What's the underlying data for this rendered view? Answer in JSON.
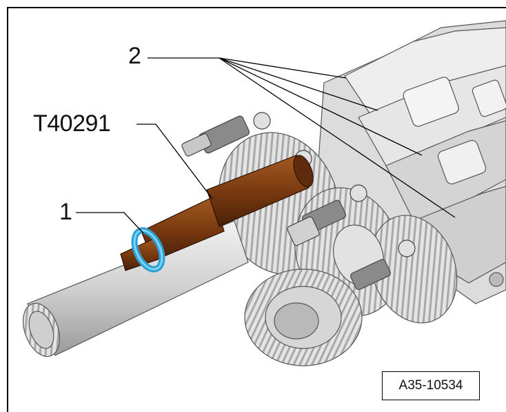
{
  "figure": {
    "callouts": {
      "tool": "T40291",
      "part_1": "1",
      "part_2": "2"
    },
    "reference_code": "A35-10534",
    "colors": {
      "tool_brown": "#7a3a10",
      "ring_cyan": "#3ab0e0",
      "housing_gray": "#d8d8d8",
      "line_black": "#000000"
    }
  }
}
